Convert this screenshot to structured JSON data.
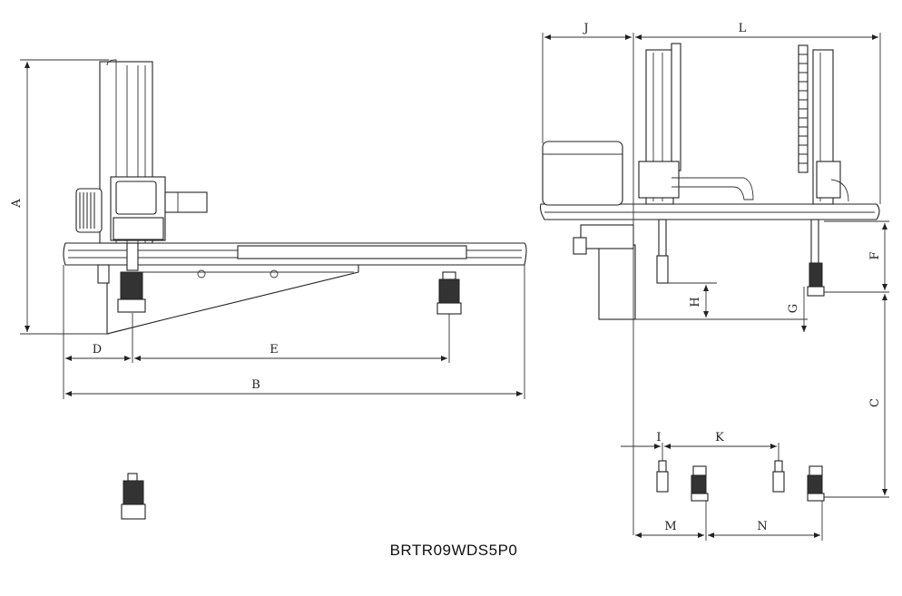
{
  "model_code": "BRTR09WDS5P0",
  "dimension_labels": {
    "A": "A",
    "B": "B",
    "C": "C",
    "D": "D",
    "E": "E",
    "F": "F",
    "G": "G",
    "H": "H",
    "I": "I",
    "J": "J",
    "K": "K",
    "L": "L",
    "M": "M",
    "N": "N"
  }
}
